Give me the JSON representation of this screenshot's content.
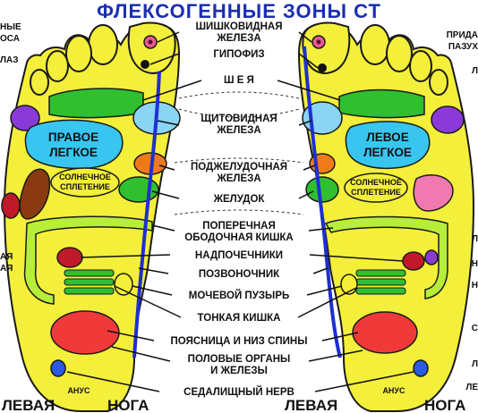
{
  "title": "ФЛЕКСОГЕННЫЕ ЗОНЫ СТ",
  "feet": {
    "left_foot": {
      "lung": [
        "ПРАВОЕ",
        "ЛЕГКОЕ"
      ],
      "plexus": [
        "СОЛНЕЧНОЕ",
        "СПЛЕТЕНИЕ"
      ],
      "anus": "АНУС"
    },
    "right_foot": {
      "lung": [
        "ЛЕВОЕ",
        "ЛЕГКОЕ"
      ],
      "plexus": [
        "СОЛНЕЧНОЕ",
        "СПЛЕТЕНИЕ"
      ],
      "anus": "АНУС"
    }
  },
  "center_labels": [
    {
      "id": "pineal",
      "lines": [
        "ШИШКОВИДНАЯ",
        "ЖЕЛЕЗА"
      ]
    },
    {
      "id": "pituitary",
      "lines": [
        "ГИПОФИЗ"
      ]
    },
    {
      "id": "neck",
      "lines": [
        "Ш Е Я"
      ]
    },
    {
      "id": "thyroid",
      "lines": [
        "ЩИТОВИДНАЯ",
        "ЖЕЛЕЗА"
      ]
    },
    {
      "id": "pancreas",
      "lines": [
        "ПОДЖЕЛУДОЧНАЯ",
        "ЖЕЛЕЗА"
      ]
    },
    {
      "id": "stomach",
      "lines": [
        "ЖЕЛУДОК"
      ]
    },
    {
      "id": "colon",
      "lines": [
        "ПОПЕРЕЧНАЯ",
        "ОБОДОЧНАЯ КИШКА"
      ]
    },
    {
      "id": "adrenal",
      "lines": [
        "НАДПОЧЕЧНИКИ"
      ]
    },
    {
      "id": "spine",
      "lines": [
        "ПОЗВОНОЧНИК"
      ]
    },
    {
      "id": "bladder",
      "lines": [
        "МОЧЕВОЙ ПУЗЫРЬ"
      ]
    },
    {
      "id": "small_intestine",
      "lines": [
        "ТОНКАЯ КИШКА"
      ]
    },
    {
      "id": "lower_back",
      "lines": [
        "ПОЯСНИЦА И НИЗ СПИНЫ"
      ]
    },
    {
      "id": "genitals",
      "lines": [
        "ПОЛОВЫЕ ОРГАНЫ",
        "И ЖЕЛЕЗЫ"
      ]
    },
    {
      "id": "sciatic",
      "lines": [
        "СЕДАЛИЩНЫЙ НЕРВ"
      ]
    }
  ],
  "edge_labels_left": [
    "НЫЕ",
    "ОСА",
    "ЛАЗ",
    "АЯ",
    "АЯ"
  ],
  "edge_labels_right": [
    "ПРИДА",
    "ПАЗУХ",
    "Л",
    "Л",
    "Н",
    "Н",
    "С",
    "Л",
    "ЛЕ"
  ],
  "bottom_labels": [
    "ЛЕВАЯ",
    "НОГА",
    "ЛЕВАЯ",
    "НОГА"
  ],
  "colors": {
    "foot": "#f4ef3a",
    "outline": "#1a1a1a",
    "spine": "#1e2fd0",
    "lung": "#38c6f0",
    "green": "#2fbf2f",
    "lime": "#b6ee3a",
    "orange": "#f07a1a",
    "purple": "#8a3ad8",
    "red": "#f03a3a",
    "brown": "#8a3a10",
    "pink": "#e85a90",
    "blue": "#2a5ae0",
    "darkred": "#c01a2a",
    "title": "#1a2fb0"
  }
}
